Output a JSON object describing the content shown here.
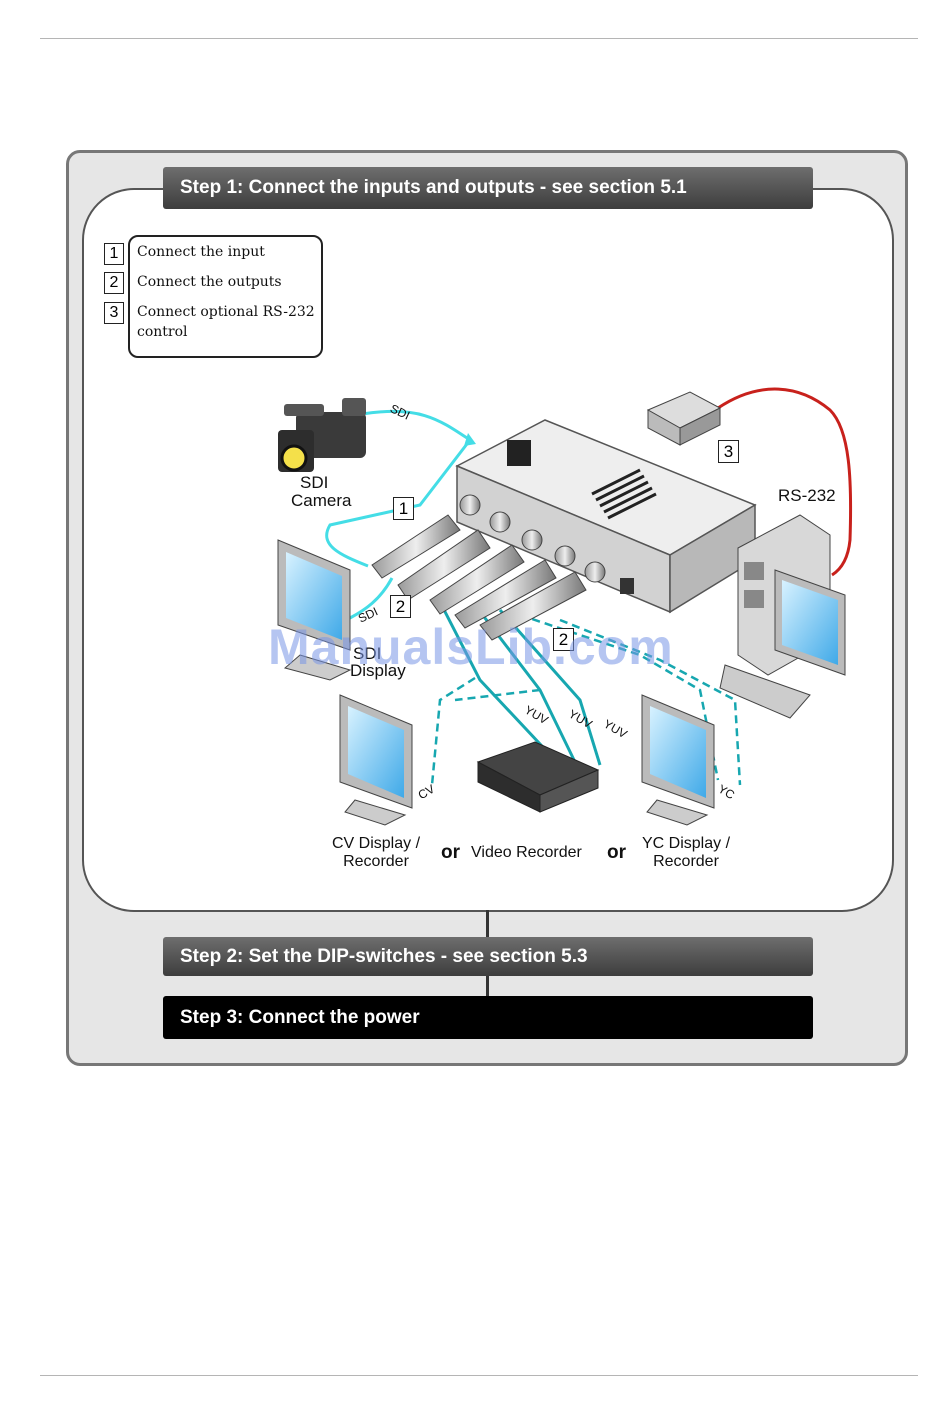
{
  "steps": {
    "step1": "Step 1: Connect the inputs and outputs - see section 5.1",
    "step2": "Step 2: Set the DIP-switches - see section 5.3",
    "step3": "Step 3: Connect the power"
  },
  "legend": [
    {
      "num": "1",
      "text": "Connect the input"
    },
    {
      "num": "2",
      "text": "Connect the outputs"
    },
    {
      "num": "3",
      "text": "Connect optional RS-232 control"
    }
  ],
  "labels": {
    "sdi_camera_line1": "SDI",
    "sdi_camera_line2": "Camera",
    "sdi_display_line1": "SDI",
    "sdi_display_line2": "Display",
    "rs232": "RS-232",
    "cv_display_line1": "CV Display /",
    "cv_display_line2": "Recorder",
    "video_recorder": "Video Recorder",
    "yc_display_line1": "YC Display /",
    "yc_display_line2": "Recorder",
    "or": "or",
    "sdi_cable1": "SDI",
    "sdi_cable2": "SDI",
    "yuv1": "YUV",
    "yuv2": "YUV",
    "yuv3": "YUV",
    "cv": "CV",
    "yc": "YC"
  },
  "callouts": {
    "c1": "1",
    "c2": "2",
    "c3": "3",
    "c4": "2"
  },
  "watermark": "ManualsLib.com",
  "colors": {
    "sdi_cable": "#44dde6",
    "output_cable": "#17a7b0",
    "rs232_cable": "#c8211c"
  }
}
